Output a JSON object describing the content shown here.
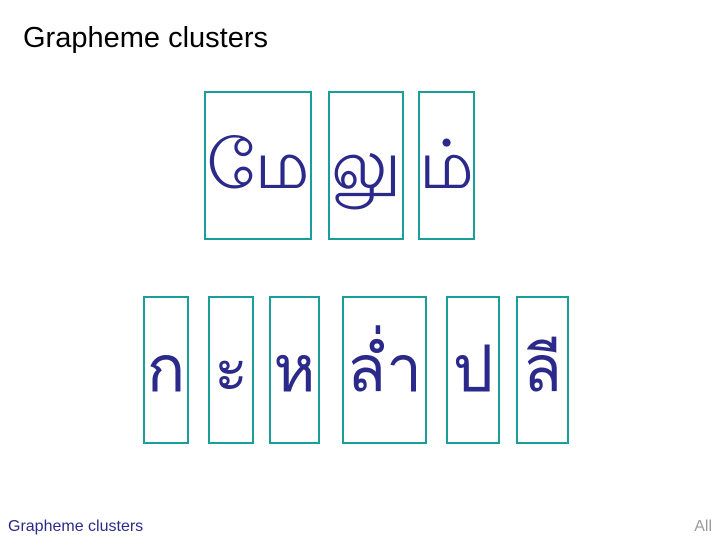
{
  "title": "Grapheme clusters",
  "rows": [
    {
      "script": "Tamil",
      "clusters": [
        "மே",
        "லு",
        "ம்"
      ]
    },
    {
      "script": "Thai",
      "clusters": [
        "ก",
        "ะ",
        "ห",
        "ล่ำ",
        "ป",
        "ลี"
      ]
    }
  ],
  "footer": {
    "left": "Grapheme clusters",
    "right": "All"
  },
  "colors": {
    "box_border": "#1a9e9a",
    "glyph": "#2b2a8a"
  }
}
